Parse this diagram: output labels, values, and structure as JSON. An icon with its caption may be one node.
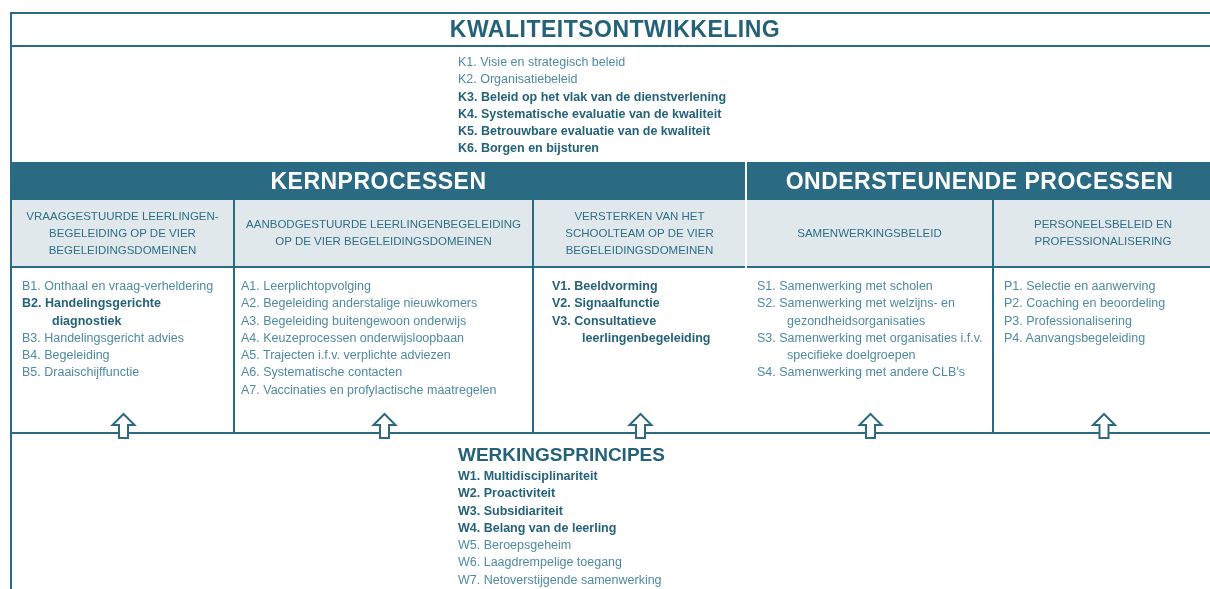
{
  "diagram": {
    "nodes": [
      {
        "text": [
          "KWALITEITSONTWIKKELING",
          "K1. Visie en strategisch beleid",
          "K2. Organisatiebeleid",
          "**K3. Beleid op het vlak van de dienstverlening**",
          "**K4. Systematische evaluatie van de kwaliteit**",
          "**K5. Betrouwbare evaluatie van de kwaliteit**",
          "**K6. Borgen en bijsturen**"
        ]
      },
      {
        "text": [
          "KERNPROCESSEN"
        ]
      },
      {
        "text": [
          "VRAAGGESTUURDE LEERLINGEN-BEGELEIDING OP DE VIER BEGELEIDINGSDOMEINEN",
          "B1. Onthaal en vraag-verheldering",
          "**B2. Handelingsgerichte diagnostiek**",
          "B3. Handelingsgericht advies",
          "B4. Begeleiding",
          "B5. Draaischijffunctie"
        ],
        "in": 1
      },
      {
        "text": [
          "AANBODGESTUURDE LEERLINGENBEGELEIDING OP DE VIER BEGELEIDINGSDOMEINEN",
          "A1. Leerplichtopvolging",
          "A2. Begeleiding anderstalige nieuwkomers",
          "A3. Begeleiding buitengewoon onderwijs",
          "A4. Keuzeprocessen onderwijsloopbaan",
          "A5. Trajecten i.f.v. verplichte adviezen",
          "A6. Systematische contacten",
          "A7. Vaccinaties en profylactische maatregelen"
        ],
        "in": 1
      },
      {
        "text": [
          "VERSTERKEN VAN HET SCHOOLTEAM OP DE VIER BEGELEIDINGSDOMEINEN",
          "**V1. Beeldvorming**",
          "**V2. Signaalfunctie**",
          "**V3. Consultatieve leerlingenbegeleiding**"
        ],
        "in": 1
      },
      {
        "text": [
          "ONDERSTEUNENDE PROCESSEN"
        ]
      },
      {
        "text": [
          "SAMENWERKINGSBELEID",
          "S1. Samenwerking met scholen",
          "S2. Samenwerking met welzijns- en gezondheidsorganisaties",
          "S3. Samenwerking met organisaties i.f.v. specifieke doelgroepen",
          "S4. Samenwerking met andere CLB's"
        ],
        "in": 5
      },
      {
        "text": [
          "PERSONEELSBELEID EN PROFESSIONALISERING",
          "P1. Selectie en aanwerving",
          "P2. Coaching en beoordeling",
          "P3. Professionalisering",
          "P4. Aanvangsbegeleiding"
        ],
        "in": 5
      },
      {
        "text": [
          "WERKINGSPRINCIPES",
          "**W1. Multidisciplinariteit**",
          "**W2. Proactiviteit**",
          "**W3. Subsidiariteit**",
          "**W4. Belang van de leerling**",
          "W5. Beroepsgeheim",
          "W6. Laagdrempelige toegang",
          "W7. Netoverstijgende samenwerking"
        ]
      }
    ],
    "edges": [
      {
        "from": 8,
        "to": 2,
        "arrow": "to"
      },
      {
        "from": 8,
        "to": 3,
        "arrow": "to"
      },
      {
        "from": 8,
        "to": 4,
        "arrow": "to"
      },
      {
        "from": 8,
        "to": 6,
        "arrow": "to"
      },
      {
        "from": 8,
        "to": 7,
        "arrow": "to"
      }
    ]
  }
}
